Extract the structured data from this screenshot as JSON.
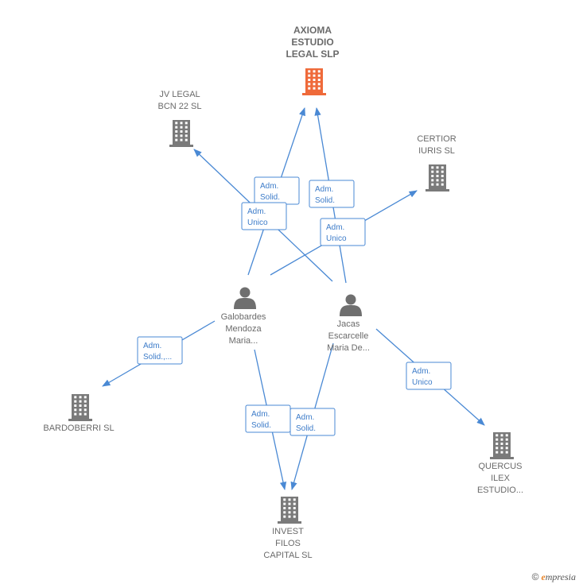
{
  "colors": {
    "edge": "#4a89d4",
    "company": "#7a7a7a",
    "main_company": "#ef6a3a",
    "person": "#6f6f6f"
  },
  "nodes": [
    {
      "id": "axioma",
      "type": "company",
      "main": true,
      "icon": "building-icon",
      "lines": [
        "AXIOMA",
        "ESTUDIO",
        "LEGAL  SLP"
      ]
    },
    {
      "id": "jvlegal",
      "type": "company",
      "icon": "building-icon",
      "lines": [
        "JV LEGAL",
        "BCN 22  SL"
      ]
    },
    {
      "id": "certior",
      "type": "company",
      "icon": "building-icon",
      "lines": [
        "CERTIOR",
        "IURIS  SL"
      ]
    },
    {
      "id": "galobardes",
      "type": "person",
      "icon": "person-icon",
      "lines": [
        "Galobardes",
        "Mendoza",
        "Maria..."
      ]
    },
    {
      "id": "jacas",
      "type": "person",
      "icon": "person-icon",
      "lines": [
        "Jacas",
        "Escarcelle",
        "Maria De..."
      ]
    },
    {
      "id": "bardoberri",
      "type": "company",
      "icon": "building-icon",
      "lines": [
        "BARDOBERRI SL"
      ]
    },
    {
      "id": "quercus",
      "type": "company",
      "icon": "building-icon",
      "lines": [
        "QUERCUS",
        "ILEX",
        "ESTUDIO..."
      ]
    },
    {
      "id": "invest",
      "type": "company",
      "icon": "building-icon",
      "lines": [
        "INVEST",
        "FILOS",
        "CAPITAL  SL"
      ]
    }
  ],
  "edges": [
    {
      "from": "galobardes",
      "to": "axioma",
      "lines": [
        "Adm.",
        "Solid."
      ]
    },
    {
      "from": "jacas",
      "to": "axioma",
      "lines": [
        "Adm.",
        "Solid."
      ]
    },
    {
      "from": "jacas",
      "to": "jvlegal",
      "lines": [
        "Adm.",
        "Unico"
      ]
    },
    {
      "from": "galobardes",
      "to": "certior",
      "lines": [
        "Adm.",
        "Unico"
      ]
    },
    {
      "from": "galobardes",
      "to": "bardoberri",
      "lines": [
        "Adm.",
        "Solid.,..."
      ]
    },
    {
      "from": "galobardes",
      "to": "invest",
      "lines": [
        "Adm.",
        "Solid."
      ]
    },
    {
      "from": "jacas",
      "to": "invest",
      "lines": [
        "Adm.",
        "Solid."
      ]
    },
    {
      "from": "jacas",
      "to": "quercus",
      "lines": [
        "Adm.",
        "Unico"
      ]
    }
  ],
  "brand": {
    "copyright": "©",
    "initial": "e",
    "name": "mpresia"
  }
}
